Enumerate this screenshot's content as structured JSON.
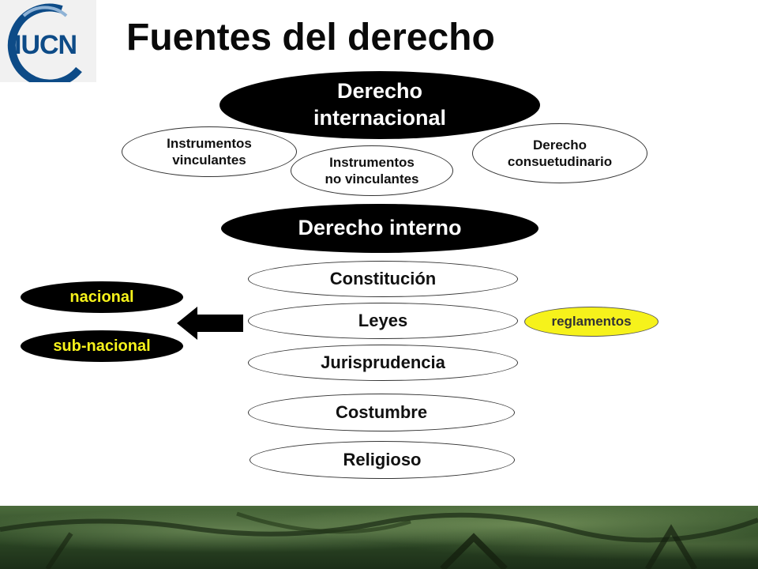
{
  "logo": {
    "text": "IUCN"
  },
  "title": "Fuentes del derecho",
  "internacional": {
    "heading_line1": "Derecho",
    "heading_line2": "internacional",
    "vinculantes_line1": "Instrumentos",
    "vinculantes_line2": "vinculantes",
    "no_vinculantes_line1": "Instrumentos",
    "no_vinculantes_line2": "no vinculantes",
    "consuetudinario_line1": "Derecho",
    "consuetudinario_line2": "consuetudinario"
  },
  "interno": {
    "heading": "Derecho interno",
    "items": [
      "Constitución",
      "Leyes",
      "Jurisprudencia",
      "Costumbre",
      "Religioso"
    ]
  },
  "levels": {
    "nacional": "nacional",
    "subnacional": "sub-nacional"
  },
  "reglamentos": "reglamentos",
  "colors": {
    "accent_yellow": "#f6f21b",
    "logo_blue": "#0d4b87",
    "black": "#000000"
  }
}
